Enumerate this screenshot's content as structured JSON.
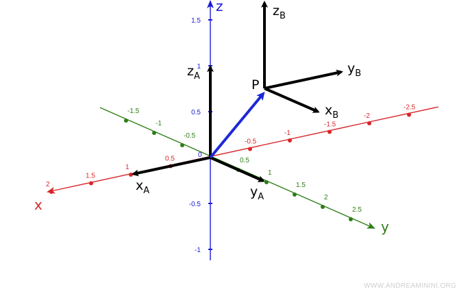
{
  "colors": {
    "x_axis": "#d8262a",
    "y_axis": "#2e7d16",
    "z_axis": "#1b1bd6",
    "frame_vectors": "#000000",
    "position_vector": "#1c28d8"
  },
  "axes": {
    "x": {
      "label": "x",
      "ticks": [
        {
          "value": -2.5,
          "label": "-2.5"
        },
        {
          "value": -2,
          "label": "-2"
        },
        {
          "value": -1.5,
          "label": "-1.5"
        },
        {
          "value": -1,
          "label": "-1"
        },
        {
          "value": -0.5,
          "label": "-0.5"
        },
        {
          "value": 0.5,
          "label": "0.5"
        },
        {
          "value": 1,
          "label": "1"
        },
        {
          "value": 1.5,
          "label": "1.5"
        },
        {
          "value": 2,
          "label": "2"
        }
      ]
    },
    "y": {
      "label": "y",
      "ticks": [
        {
          "value": -1.5,
          "label": "-1.5"
        },
        {
          "value": -1,
          "label": "-1"
        },
        {
          "value": -0.5,
          "label": "-0.5"
        },
        {
          "value": 0.5,
          "label": "0.5"
        },
        {
          "value": 1,
          "label": "1"
        },
        {
          "value": 1.5,
          "label": "1.5"
        },
        {
          "value": 2,
          "label": "2"
        },
        {
          "value": 2.5,
          "label": "2.5"
        }
      ]
    },
    "z": {
      "label": "z",
      "ticks": [
        {
          "value": -1,
          "label": "-1"
        },
        {
          "value": -0.5,
          "label": "-0.5"
        },
        {
          "value": 0.5,
          "label": "0.5"
        },
        {
          "value": 1,
          "label": "1"
        },
        {
          "value": 1.5,
          "label": "1.5"
        }
      ]
    },
    "origin_label": "0"
  },
  "frame_a": {
    "x": {
      "main": "x",
      "sub": "A"
    },
    "y": {
      "main": "y",
      "sub": "A"
    },
    "z": {
      "main": "z",
      "sub": "A"
    }
  },
  "frame_b": {
    "x": {
      "main": "x",
      "sub": "B"
    },
    "y": {
      "main": "y",
      "sub": "B"
    },
    "z": {
      "main": "z",
      "sub": "B"
    }
  },
  "point_label": "P",
  "watermark": "WWW.ANDREAMININI.ORG"
}
